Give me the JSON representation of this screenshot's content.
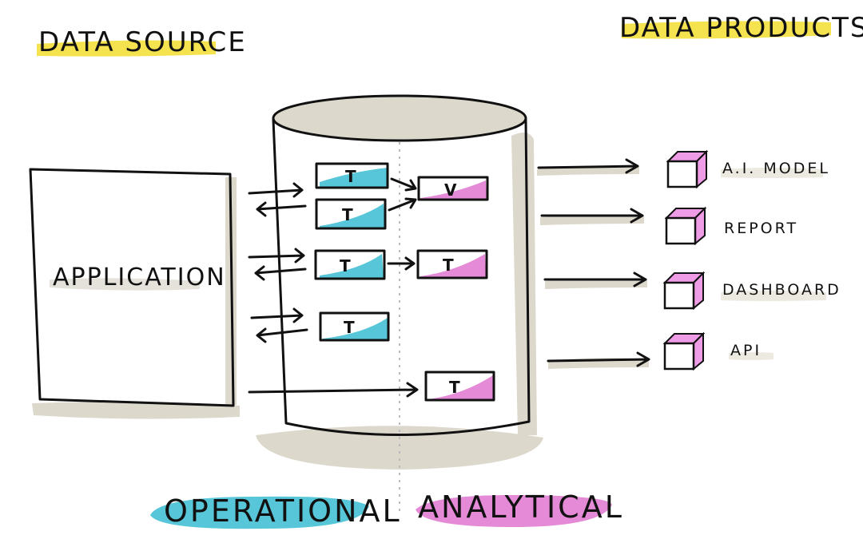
{
  "titles": {
    "left": "DATA SOURCE",
    "right": "DATA PRODUCTS"
  },
  "application": {
    "label": "APPLICATION"
  },
  "database": {
    "operational_tables": [
      "T",
      "T",
      "T",
      "T"
    ],
    "analytical_view": "V",
    "analytical_tables": [
      "T",
      "T"
    ]
  },
  "products": [
    {
      "label": "A.I. MODEL",
      "icon": "cube-icon"
    },
    {
      "label": "REPORT",
      "icon": "cube-icon"
    },
    {
      "label": "DASHBOARD",
      "icon": "cube-icon"
    },
    {
      "label": "API",
      "icon": "cube-icon"
    }
  ],
  "planes": {
    "left": "OPERATIONAL",
    "right": "ANALYTICAL"
  },
  "colors": {
    "highlight_yellow": "#f4df3c",
    "operational_blue": "#56c6d8",
    "analytical_pink": "#e58ad6",
    "shadow": "#dcd8cc",
    "cube_top": "#ef9ce6",
    "ink": "#111111"
  }
}
